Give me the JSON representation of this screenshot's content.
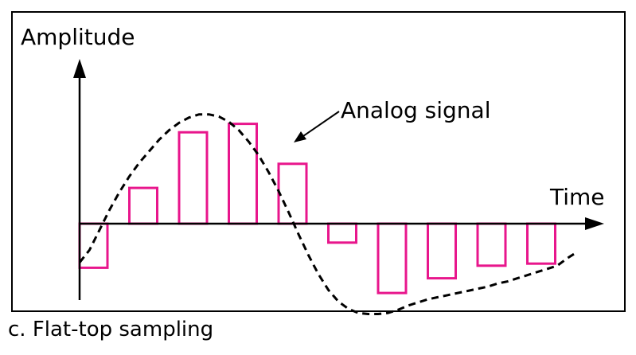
{
  "figure": {
    "ylabel": "Amplitude",
    "xlabel": "Time",
    "annotation": "Analog signal",
    "caption": "c. Flat-top sampling"
  },
  "colors": {
    "pulse": "#e8168c",
    "signal": "#000000",
    "axis": "#000000",
    "frame": "#000000"
  },
  "chart_data": {
    "type": "bar",
    "grid": false,
    "series": [
      {
        "name": "Analog signal",
        "style": "dashed-curve",
        "x": [
          0,
          0.5,
          1,
          1.5,
          2,
          2.5,
          3,
          3.5,
          4,
          4.5,
          5,
          5.5,
          6,
          6.5,
          7,
          7.5,
          8,
          8.5,
          9,
          9.5,
          10,
          10.5,
          11,
          11.5,
          12,
          12.5,
          13,
          13.5,
          14,
          14.5,
          15,
          15.5,
          16,
          16.5,
          17,
          17.5,
          18,
          18.5,
          19,
          19.5,
          20,
          20.5,
          21,
          21.5,
          22,
          22.5,
          23,
          23.5,
          24,
          24.5,
          25
        ],
        "values": [
          -0.37,
          -0.25,
          -0.06,
          0.13,
          0.3,
          0.45,
          0.58,
          0.69,
          0.8,
          0.89,
          0.96,
          1.01,
          1.04,
          1.04,
          1.02,
          0.97,
          0.89,
          0.78,
          0.65,
          0.49,
          0.31,
          0.11,
          -0.1,
          -0.3,
          -0.48,
          -0.63,
          -0.74,
          -0.81,
          -0.85,
          -0.86,
          -0.86,
          -0.85,
          -0.82,
          -0.78,
          -0.75,
          -0.72,
          -0.7,
          -0.68,
          -0.66,
          -0.64,
          -0.62,
          -0.6,
          -0.57,
          -0.55,
          -0.52,
          -0.49,
          -0.46,
          -0.43,
          -0.4,
          -0.33,
          -0.27
        ]
      },
      {
        "name": "Flat-top samples",
        "style": "hollow-bars",
        "x": [
          0,
          2.5,
          5,
          7.5,
          10,
          12.5,
          15,
          17.5,
          20,
          22.5
        ],
        "values": [
          -0.42,
          0.34,
          0.87,
          0.95,
          0.57,
          -0.18,
          -0.66,
          -0.52,
          -0.4,
          -0.38
        ]
      }
    ]
  }
}
